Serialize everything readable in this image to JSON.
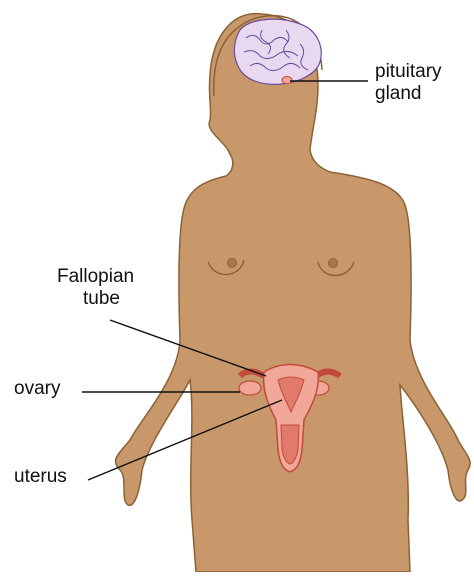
{
  "labels": {
    "pituitary": [
      "pituitary",
      "gland"
    ],
    "fallopian": [
      "Fallopian",
      "tube"
    ],
    "ovary": "ovary",
    "uterus": "uterus"
  },
  "colors": {
    "background": "#ffffff",
    "skin": "#c8986a",
    "skin_outline": "#8a6236",
    "brain_fill": "#e8d8f0",
    "brain_lines": "#6a4c9c",
    "organ_fill": "#f2a898",
    "organ_dark": "#e07a6a",
    "organ_outline": "#c24a3c",
    "leader_line": "#111111"
  }
}
